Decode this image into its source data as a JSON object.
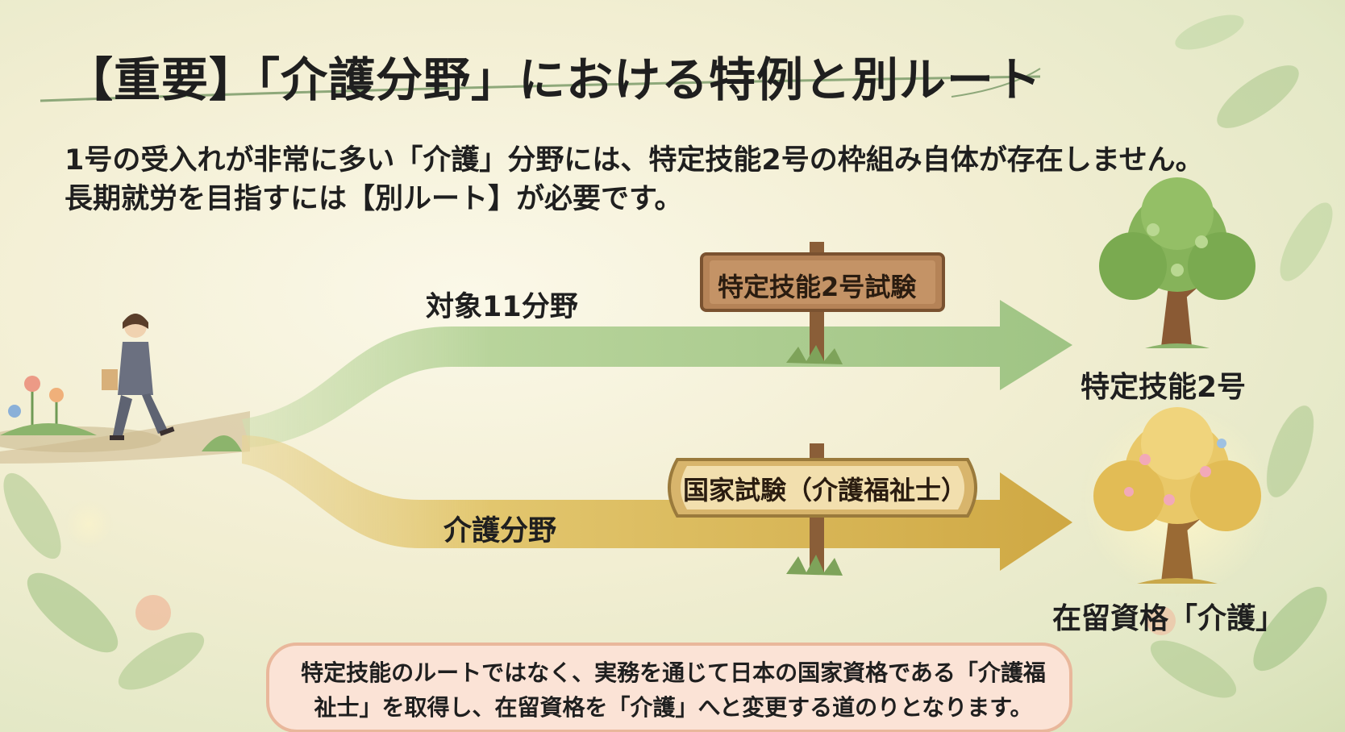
{
  "title": "【重要】「介護分野」における特例と別ルート",
  "description": {
    "line1": "1号の受入れが非常に多い「介護」分野には、特定技能2号の枠組み自体が存在しません。",
    "line2": "長期就労を目指すには【別ルート】が必要です。"
  },
  "routes": {
    "upper": {
      "label": "対象11分野",
      "sign": "特定技能2号試験",
      "result": "特定技能2号"
    },
    "lower": {
      "label": "介護分野",
      "sign": "国家試験（介護福祉士）",
      "result": "在留資格「介護」"
    }
  },
  "note": "特定技能のルートではなく、実務を通じて日本の国家資格である「介護福祉士」を取得し、在留資格を「介護」へと変更する道のりとなります。",
  "colors": {
    "green_arrow": "#a9c98b",
    "gold_arrow": "#d9b95c",
    "sign_wood": "#a97a50",
    "note_bg": "#fbe3d6",
    "note_border": "#e9b79b"
  }
}
